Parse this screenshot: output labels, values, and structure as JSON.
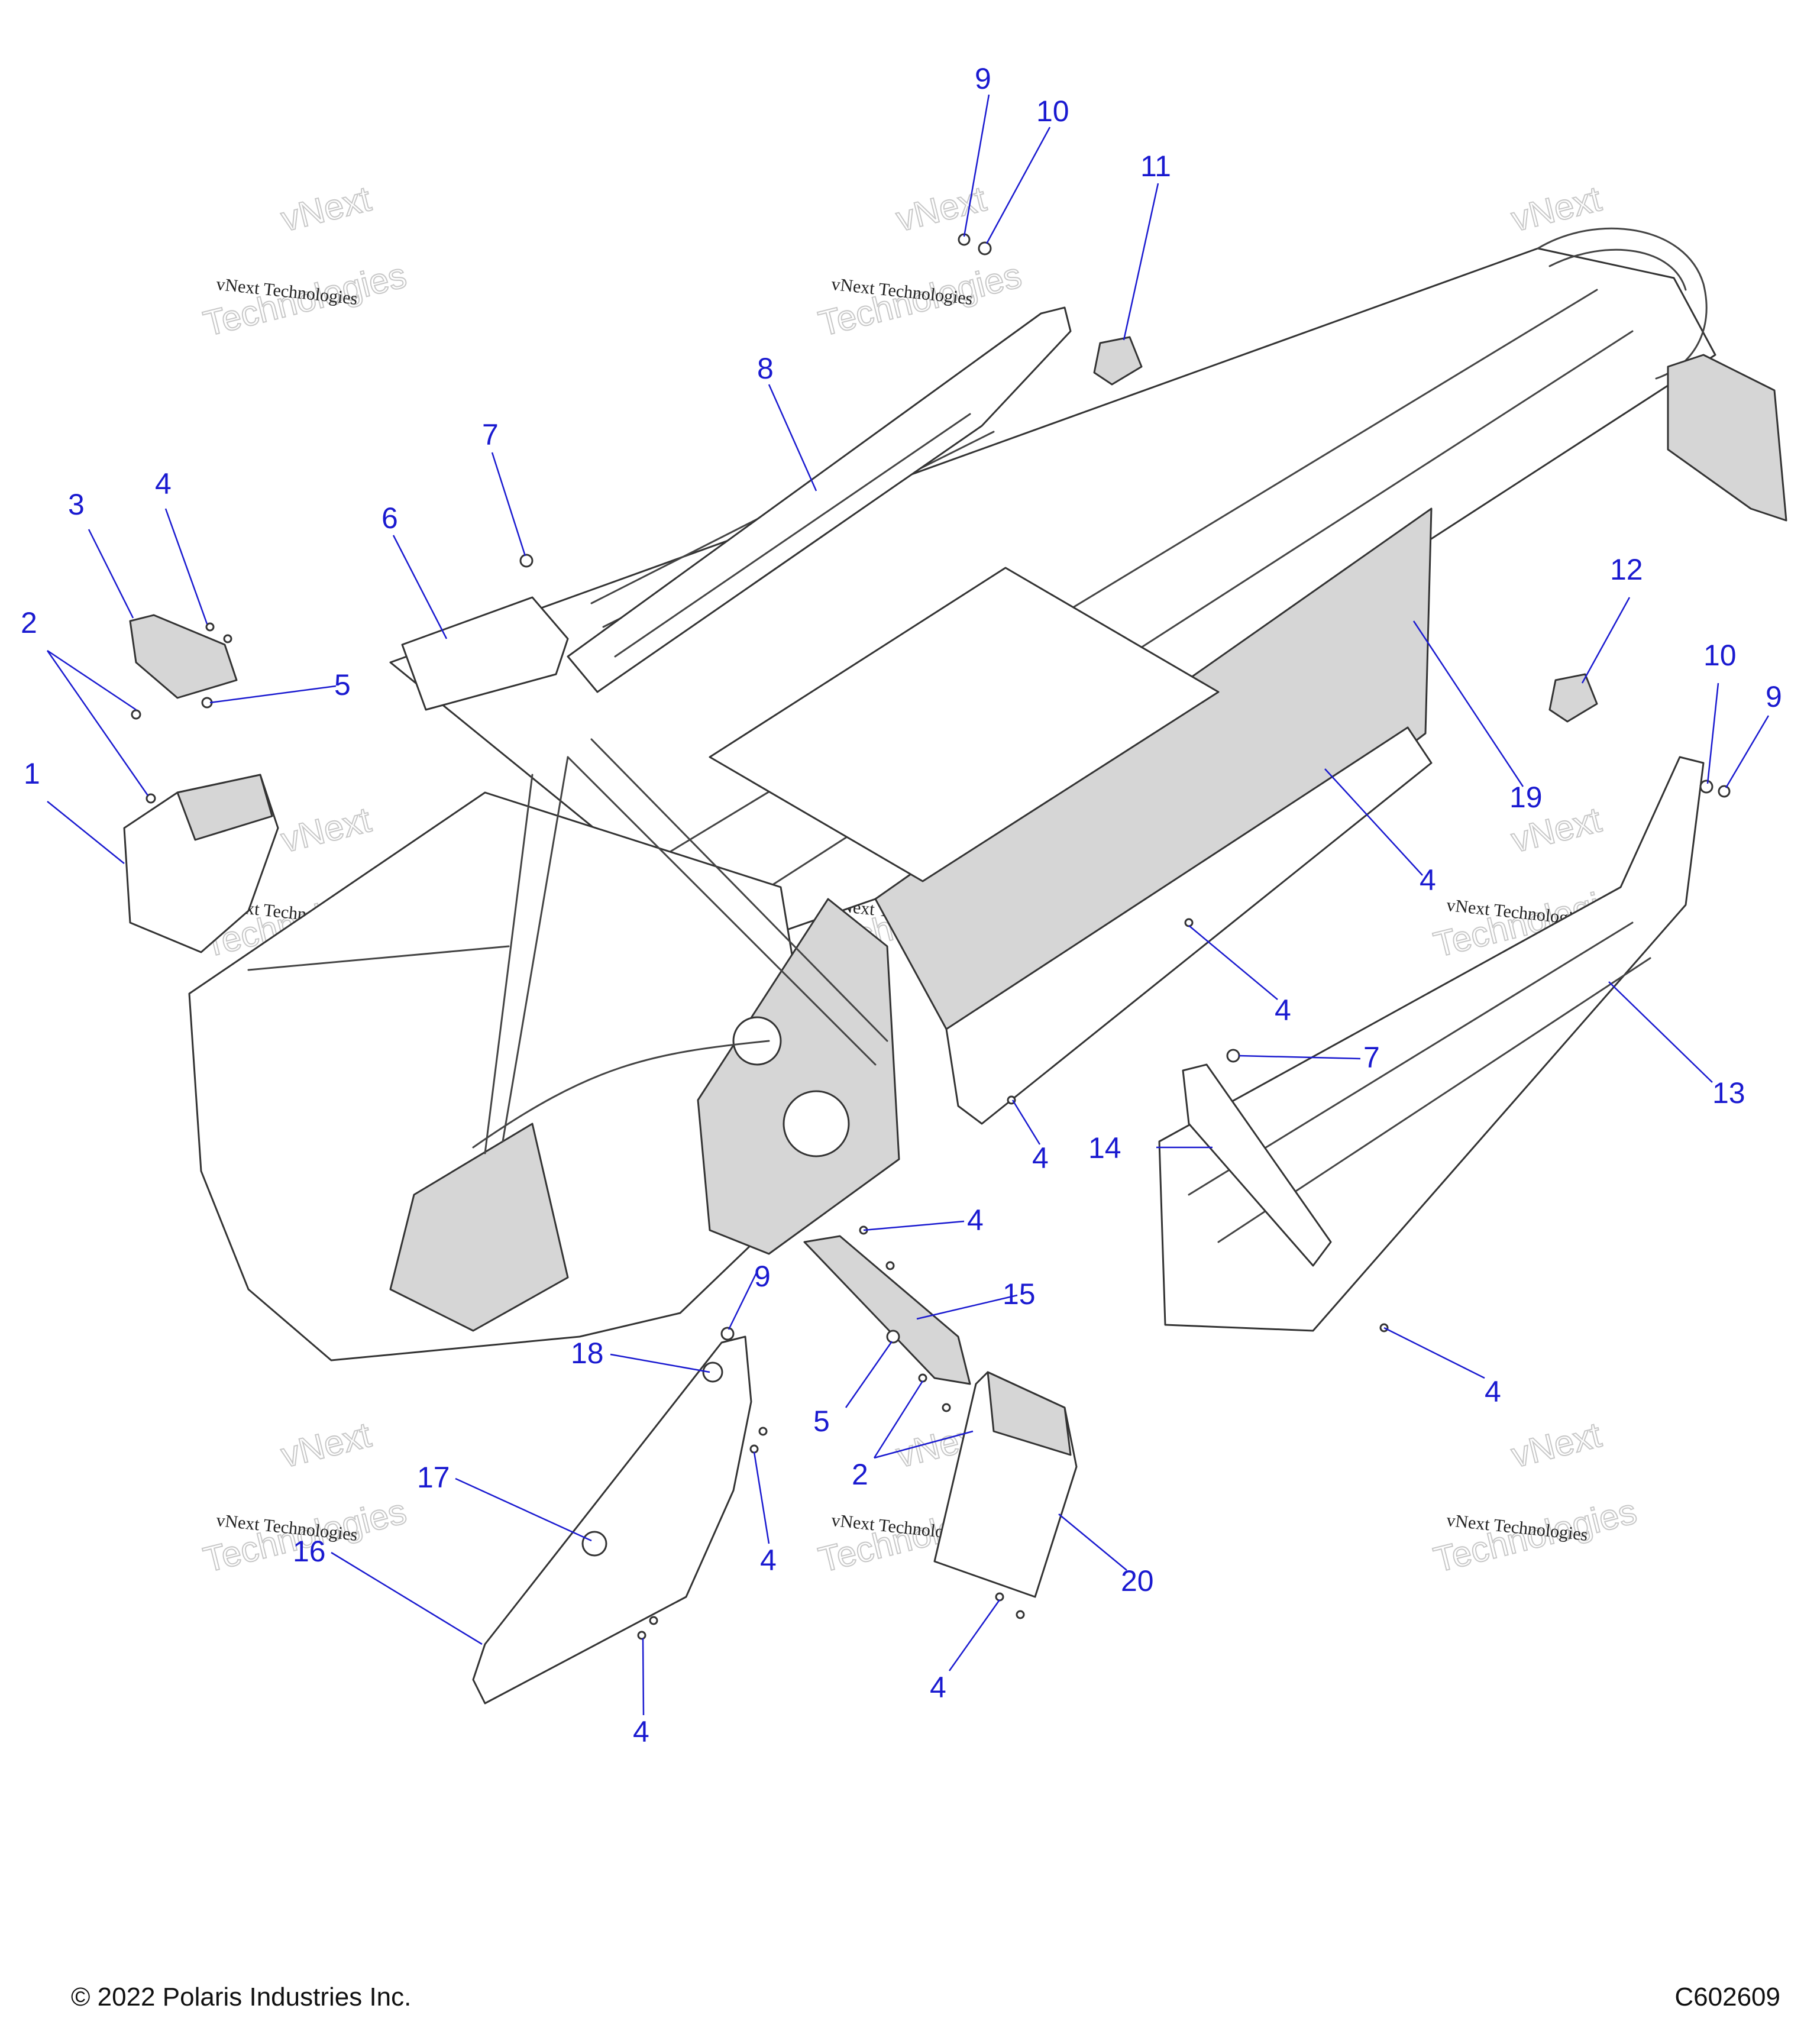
{
  "footer": {
    "copyright": "© 2022 Polaris Industries Inc.",
    "figure_id": "C602609"
  },
  "watermark": {
    "line1": "vNext Technologies",
    "line2": "vNext",
    "line3": "Technologies"
  },
  "callouts": [
    {
      "id": "c9a",
      "label": "9"
    },
    {
      "id": "c10a",
      "label": "10"
    },
    {
      "id": "c11",
      "label": "11"
    },
    {
      "id": "c8",
      "label": "8"
    },
    {
      "id": "c7a",
      "label": "7"
    },
    {
      "id": "c6",
      "label": "6"
    },
    {
      "id": "c3",
      "label": "3"
    },
    {
      "id": "c4a",
      "label": "4"
    },
    {
      "id": "c2a",
      "label": "2"
    },
    {
      "id": "c5a",
      "label": "5"
    },
    {
      "id": "c1",
      "label": "1"
    },
    {
      "id": "c12",
      "label": "12"
    },
    {
      "id": "c10b",
      "label": "10"
    },
    {
      "id": "c9b",
      "label": "9"
    },
    {
      "id": "c19",
      "label": "19"
    },
    {
      "id": "c4b",
      "label": "4"
    },
    {
      "id": "c4c",
      "label": "4"
    },
    {
      "id": "c7b",
      "label": "7"
    },
    {
      "id": "c13",
      "label": "13"
    },
    {
      "id": "c14",
      "label": "14"
    },
    {
      "id": "c4d",
      "label": "4"
    },
    {
      "id": "c4e",
      "label": "4"
    },
    {
      "id": "c15",
      "label": "15"
    },
    {
      "id": "c9c",
      "label": "9"
    },
    {
      "id": "c18",
      "label": "18"
    },
    {
      "id": "c5b",
      "label": "5"
    },
    {
      "id": "c2b",
      "label": "2"
    },
    {
      "id": "c4f",
      "label": "4"
    },
    {
      "id": "c17",
      "label": "17"
    },
    {
      "id": "c16",
      "label": "16"
    },
    {
      "id": "c4g",
      "label": "4"
    },
    {
      "id": "c20",
      "label": "20"
    },
    {
      "id": "c4h",
      "label": "4"
    },
    {
      "id": "c4i",
      "label": "4"
    }
  ]
}
